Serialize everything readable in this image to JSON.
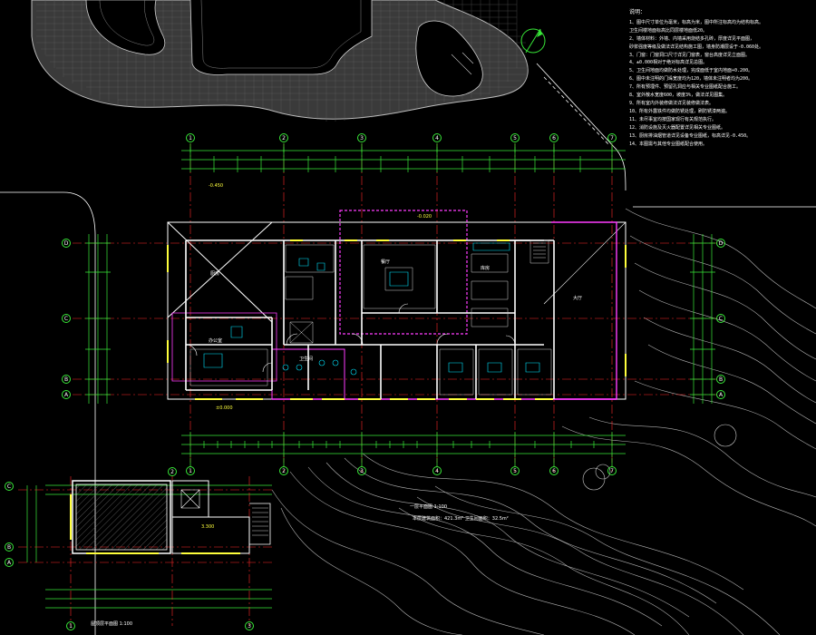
{
  "notes": {
    "title": "说明：",
    "lines": [
      "1、图中尺寸单位为毫米，标高为米，图中所注标高均为结构标高。",
      "   卫生间楼地面标高比同层楼地面低20。",
      "2、墙体材料：外墙、内墙采用烧结多孔砖，厚度详见平面图，",
      "   砂浆强度等级及做法详见结构施工图，墙身防潮层设于-0.060处。",
      "3、门窗：门窗洞口尺寸详见门窗表，窗台高度详见立面图。",
      "4、±0.000相对于绝对标高详见总图。",
      "5、卫生间地面均做防水处理，完成面低于室内地面+0.200。",
      "6、图中未注明的门垛宽度均为120，墙体未注明者均为200。",
      "7、所有预埋件、预留孔洞应与相关专业图纸配合施工。",
      "8、室外散水宽度600，坡度3%，做法详见图集。",
      "9、所有室内外装修做法详见装修做法表。",
      "10、所有外露铁件均做防锈处理，刷防锈漆两遍。",
      "11、未尽事宜均按国家现行有关规范执行。",
      "12、消防设施及灭火器配置详见相关专业图纸。",
      "13、厨房排油烟管道详见设备专业图纸，标高详见-0.450。",
      "14、本图需与其他专业图纸配合使用。"
    ]
  },
  "grid_top": [
    "1",
    "2",
    "3",
    "4",
    "5",
    "6",
    "7"
  ],
  "grid_side": [
    "D",
    "C",
    "B",
    "A"
  ],
  "grid_inset": [
    "C",
    "B",
    "A"
  ],
  "plan_labels": {
    "plan_title": "一层平面图  1:100",
    "inset_title": "屋顶层平面图  1:100",
    "area_note": "本层建筑面积：421.3m²    卫生间面积：32.5m²",
    "kitchen": "厨房",
    "dining": "餐厅",
    "toilet": "卫生间",
    "office": "办公室",
    "store": "库房",
    "hall": "大厅",
    "elev_1": "-0.450",
    "elev_2": "±0.000",
    "elev_3": "-0.020",
    "elev_4": "3.300"
  },
  "colors": {
    "background": "#000000",
    "wall": "#ffffff",
    "dimension": "#38e838",
    "axis": "#ff2a2a",
    "window": "#ffff3c",
    "zone": "#ff3cff",
    "furniture": "#00e5ff"
  }
}
